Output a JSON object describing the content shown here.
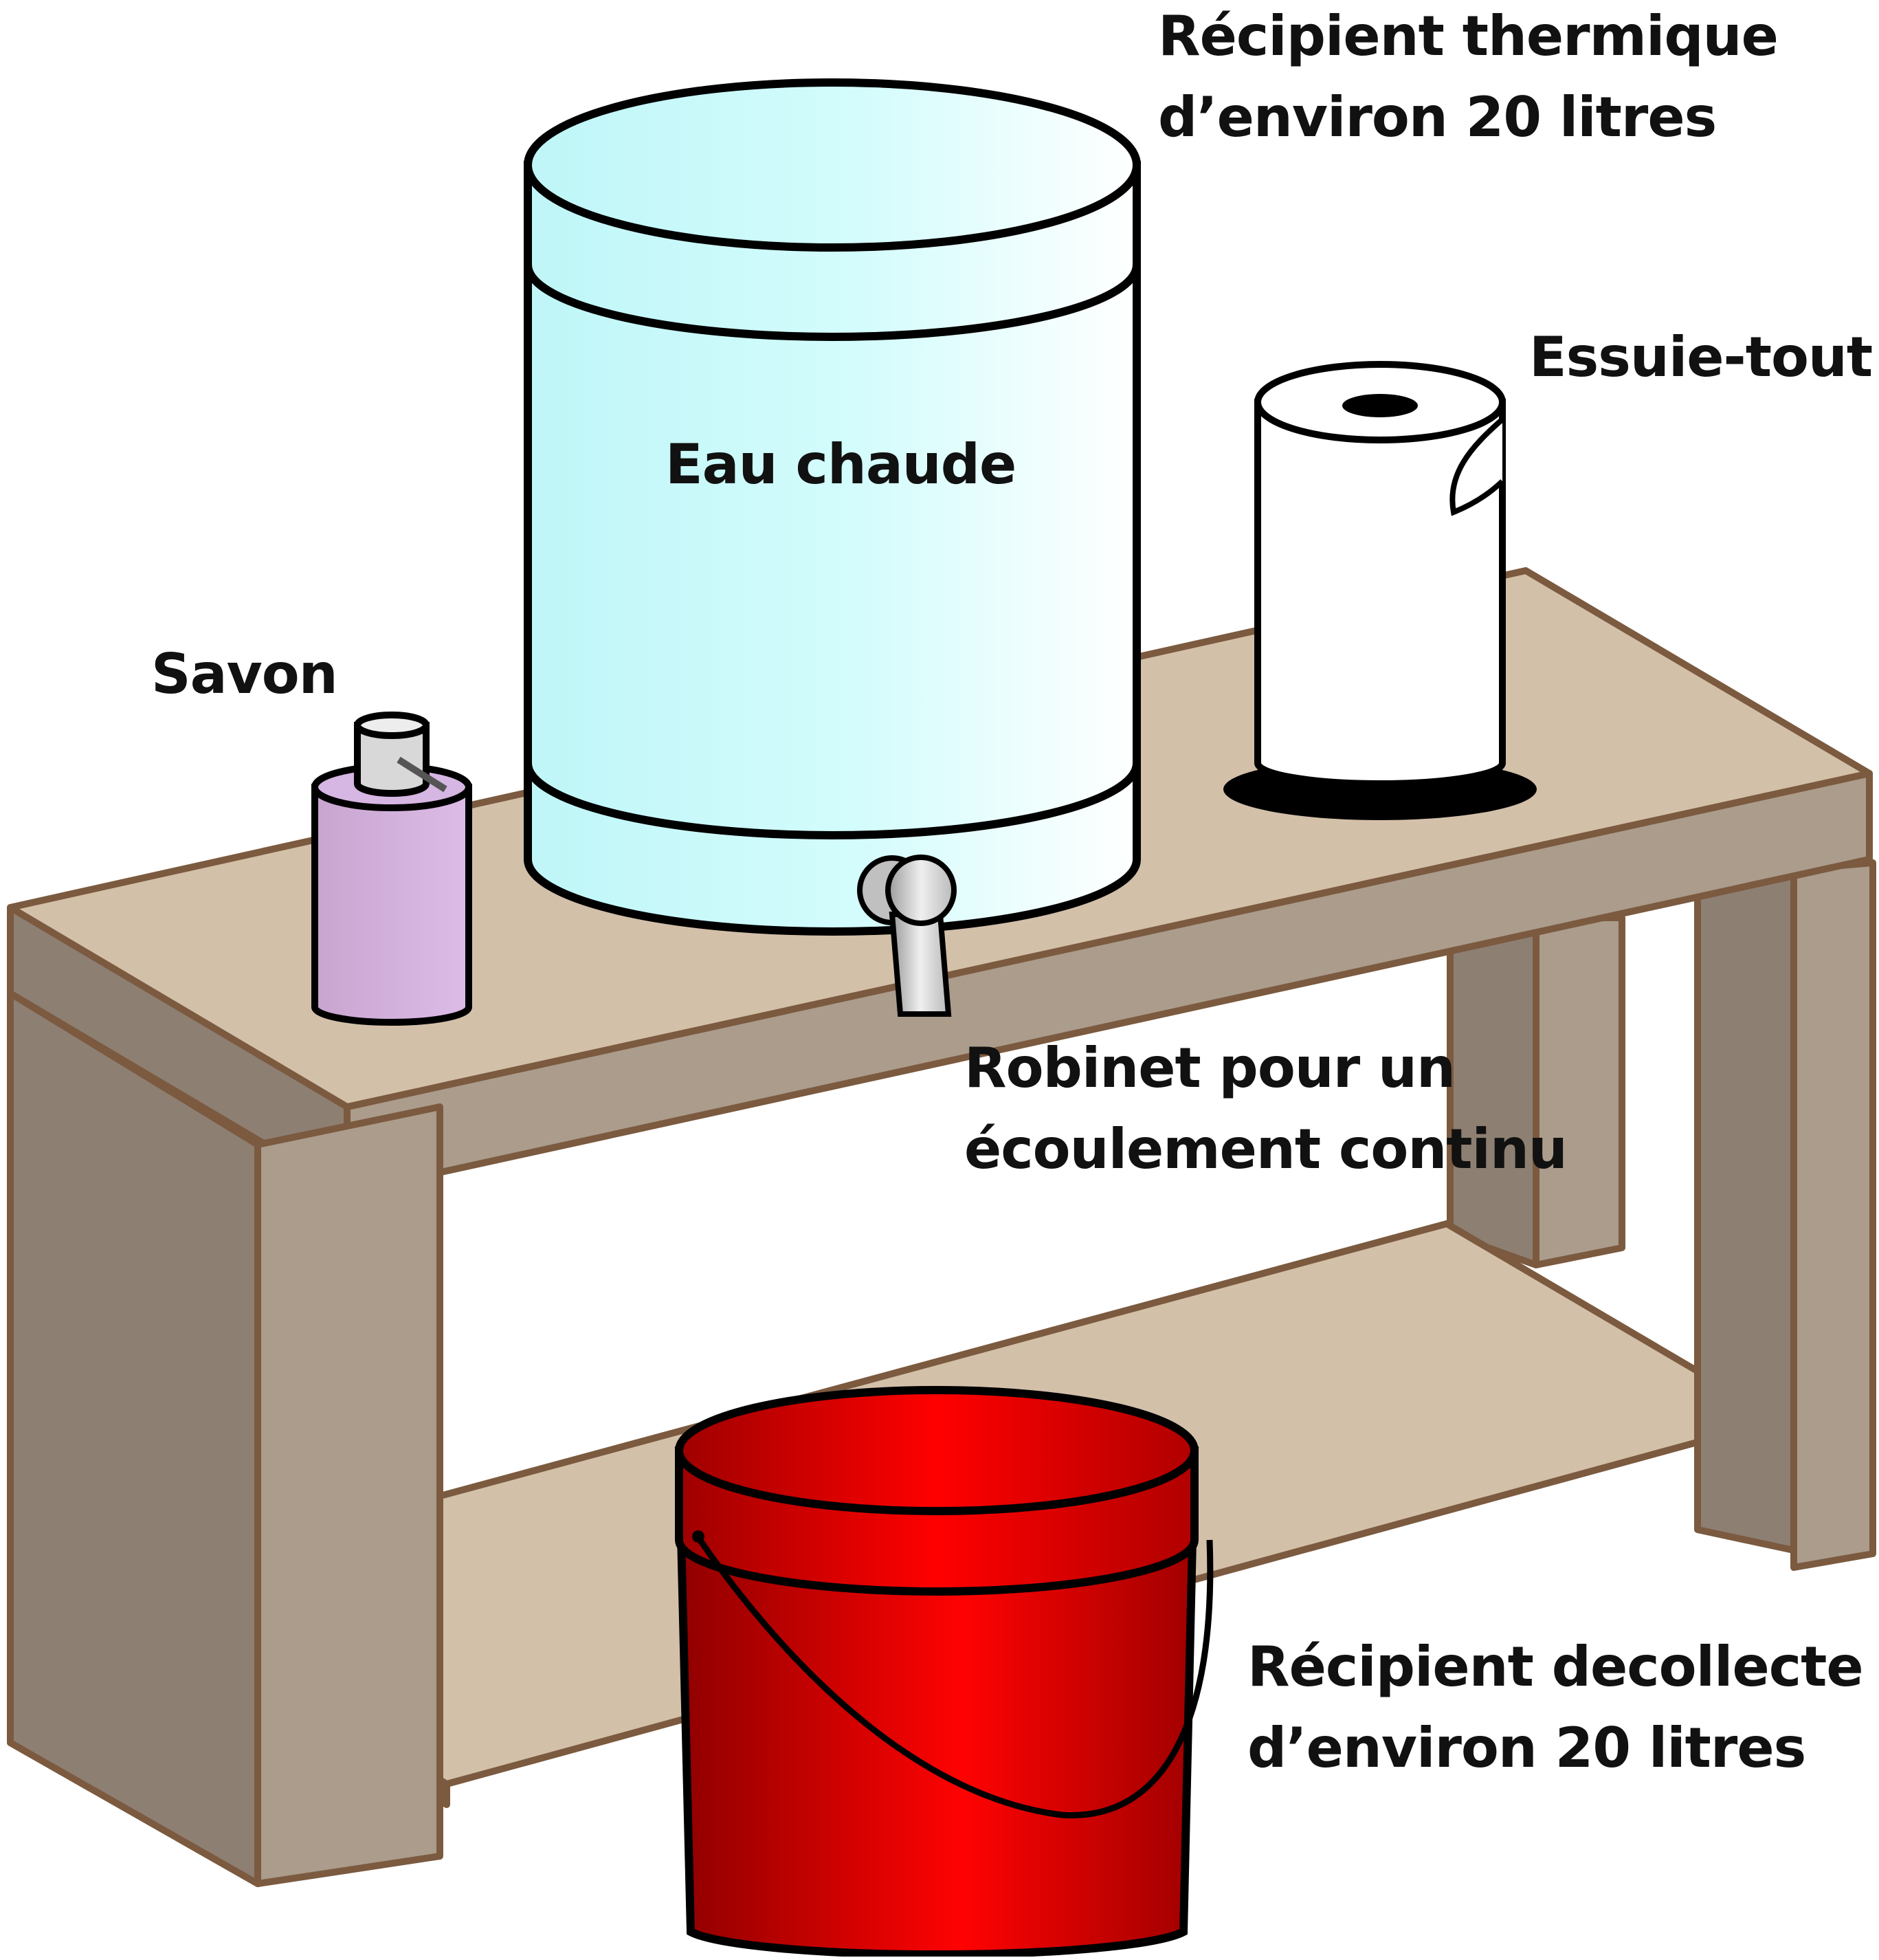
{
  "labels": {
    "thermal_container": [
      "Récipient thermique",
      "d’environ 20 litres"
    ],
    "hot_water": "Eau chaude",
    "paper_towel": "Essuie-tout",
    "soap": "Savon",
    "tap": [
      "Robinet pour un",
      "écoulement continu"
    ],
    "collection_container": [
      "Récipient decollecte",
      "d’environ 20 litres"
    ]
  },
  "colors": {
    "wood_top": "#D3C0A9",
    "wood_side": "#AB9C8C",
    "wood_dark": "#8E7F73",
    "wood_outline": "#7B5A3F",
    "water_tank": "#CFFDFD",
    "soap_bottle": "#D2AEDD",
    "bucket_red": "#E00000",
    "paper_towel": "#FFFFFF"
  }
}
